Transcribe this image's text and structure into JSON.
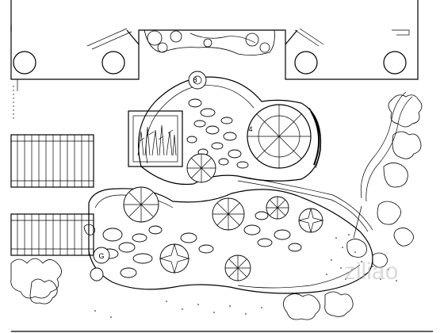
{
  "plan": {
    "path_markers": [
      "8",
      "4",
      "G"
    ],
    "watermark": "ziliao"
  }
}
